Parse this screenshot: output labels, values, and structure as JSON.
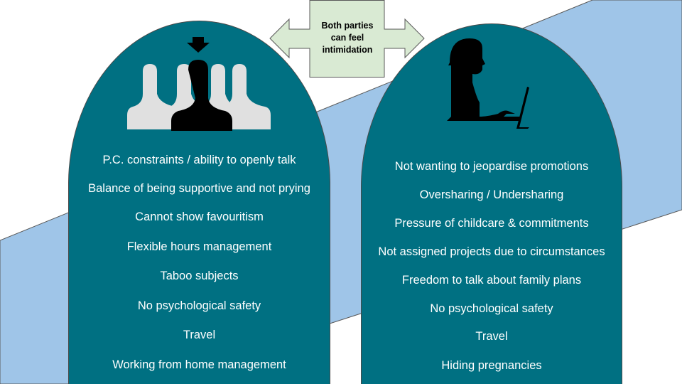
{
  "callout": {
    "text_lines": [
      "Both parties",
      "can feel",
      "intimidation"
    ],
    "fill": "#d9ead3"
  },
  "colors": {
    "arch": "#007082",
    "band": "#9fc5e8"
  },
  "left_panel": {
    "icon": "manager-among-team-icon",
    "items": [
      "P.C. constraints / ability to openly talk",
      "Balance of being supportive and not prying",
      "Cannot show favouritism",
      "Flexible hours management",
      "Taboo subjects",
      "No psychological safety",
      "Travel",
      "Working from home management"
    ]
  },
  "right_panel": {
    "icon": "woman-at-laptop-icon",
    "items": [
      "Not wanting to jeopardise promotions",
      "Oversharing / Undersharing",
      "Pressure of childcare & commitments",
      "Not assigned projects due to circumstances",
      "Freedom to talk about family plans",
      "No psychological safety",
      "Travel",
      "Hiding pregnancies"
    ]
  }
}
